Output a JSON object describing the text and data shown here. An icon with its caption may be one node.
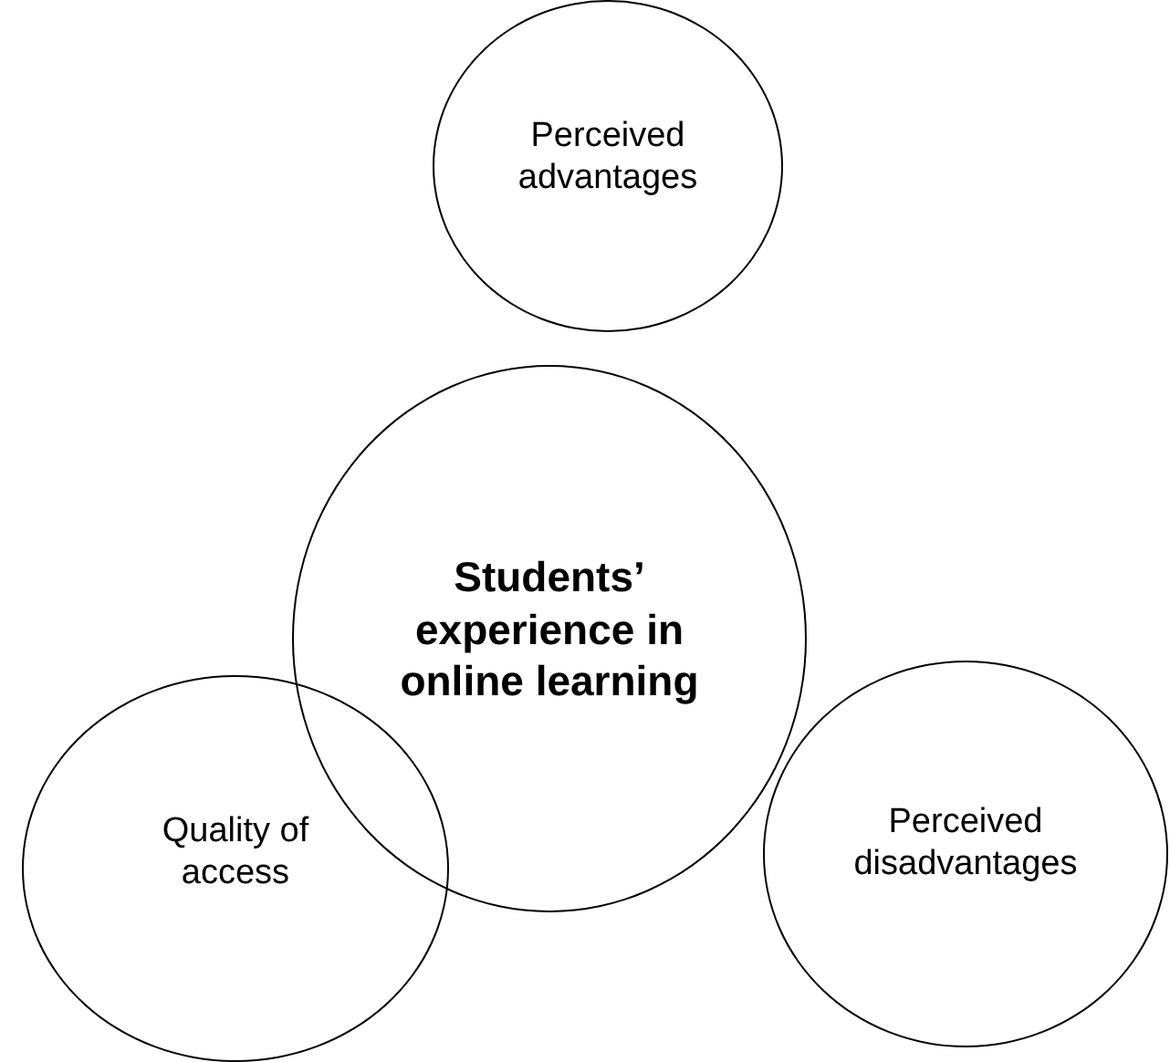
{
  "diagram": {
    "nodes": [
      {
        "text": [
          "Perceived advantages"
        ]
      },
      {
        "text": [
          "Students’ experience in online learning"
        ]
      },
      {
        "text": [
          "Quality of access"
        ]
      },
      {
        "text": [
          "Perceived disadvantages"
        ]
      }
    ]
  }
}
